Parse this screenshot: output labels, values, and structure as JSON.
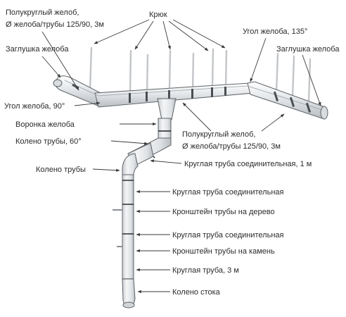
{
  "labels": {
    "semicircular_gutter_top_line1": "Полукруглый желоб,",
    "semicircular_gutter_top_line2": "Ø желоба/трубы 125/90, 3м",
    "hook": "Крюк",
    "gutter_cap_left": "Заглушка желоба",
    "gutter_angle_135": "Угол желоба, 135°",
    "gutter_cap_right": "Заглушка желоба",
    "gutter_angle_90": "Угол желоба, 90°",
    "gutter_funnel": "Воронка желоба",
    "pipe_elbow_60": "Колено трубы, 60°",
    "pipe_elbow": "Колено трубы",
    "semicircular_gutter_mid_line1": "Полукруглый желоб,",
    "semicircular_gutter_mid_line2": "Ø желоба/трубы 125/90, 3м",
    "round_pipe_connector_1m": "Круглая труба соединительная, 1 м",
    "round_pipe_connector_a": "Круглая труба соединительная",
    "pipe_bracket_wood": "Кронштейн трубы на дерево",
    "round_pipe_connector_b": "Круглая труба соединительная",
    "pipe_bracket_stone": "Кронштейн трубы на камень",
    "round_pipe_3m": "Круглая труба, 3 м",
    "drain_elbow": "Колено стока"
  },
  "colors": {
    "gutter_light": "#e9ebed",
    "gutter_shade": "#c9cdd1",
    "pipe_light": "#eef0f2",
    "pipe_shade": "#c4c8cc",
    "hook_rod": "#c2c5c8",
    "text": "#2b2b2b",
    "leader": "#3a3a3a"
  }
}
